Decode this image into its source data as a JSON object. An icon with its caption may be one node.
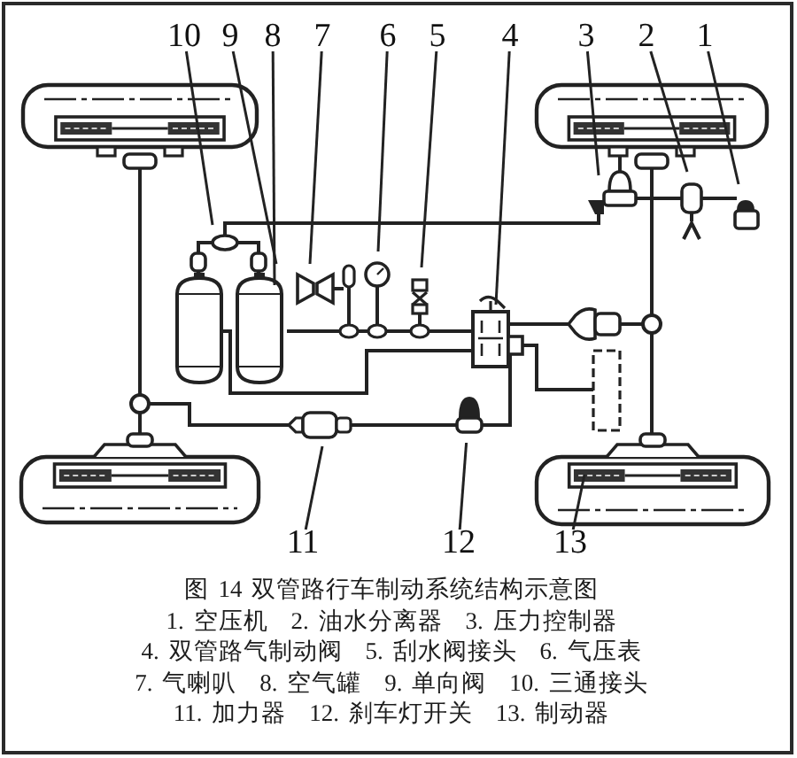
{
  "diagram": {
    "caption": "图 14 双管路行车制动系统结构示意图",
    "nodes": [
      {
        "text": [
          "10"
        ]
      },
      {
        "text": [
          "9"
        ]
      },
      {
        "text": [
          "8"
        ]
      },
      {
        "text": [
          "7"
        ]
      },
      {
        "text": [
          "6"
        ]
      },
      {
        "text": [
          "5"
        ]
      },
      {
        "text": [
          "4"
        ]
      },
      {
        "text": [
          "3"
        ]
      },
      {
        "text": [
          "2"
        ]
      },
      {
        "text": [
          "1"
        ]
      },
      {
        "text": [
          "11"
        ]
      },
      {
        "text": [
          "12"
        ]
      },
      {
        "text": [
          "13"
        ]
      }
    ],
    "edges": [
      {
        "from": 0,
        "to": null,
        "arrow": "none"
      },
      {
        "from": 1,
        "to": null,
        "arrow": "none"
      },
      {
        "from": 2,
        "to": null,
        "arrow": "none"
      },
      {
        "from": 3,
        "to": null,
        "arrow": "none"
      },
      {
        "from": 4,
        "to": null,
        "arrow": "none"
      },
      {
        "from": 5,
        "to": null,
        "arrow": "none"
      },
      {
        "from": 6,
        "to": null,
        "arrow": "none"
      },
      {
        "from": 7,
        "to": null,
        "arrow": "none"
      },
      {
        "from": 8,
        "to": null,
        "arrow": "none"
      },
      {
        "from": 9,
        "to": null,
        "arrow": "none"
      },
      {
        "from": 10,
        "to": null,
        "arrow": "none"
      },
      {
        "from": 11,
        "to": null,
        "arrow": "none"
      },
      {
        "from": 12,
        "to": null,
        "arrow": "none"
      }
    ],
    "labels": [
      "1. 空压机",
      "2. 油水分离器",
      "3. 压力控制器",
      "4. 双管路气制动阀",
      "5. 刮水阀接头",
      "6. 气压表",
      "7. 气喇叭",
      "8. 空气罐",
      "9. 单向阀",
      "10. 三通接头",
      "11. 加力器",
      "12. 刹车灯开关",
      "13. 制动器"
    ]
  }
}
